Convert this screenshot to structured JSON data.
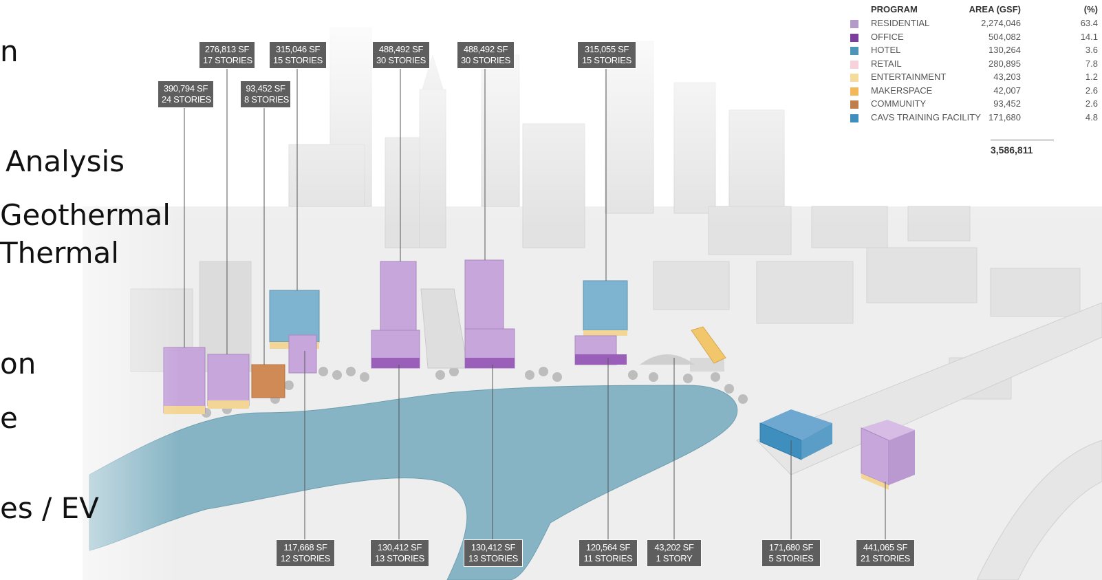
{
  "slide_text": [
    "n",
    "Analysis",
    "Geothermal",
    "Thermal",
    "on",
    "e",
    "es / EV"
  ],
  "labels_top": [
    {
      "area": "390,794 SF",
      "stories": "24 STORIES"
    },
    {
      "area": "276,813 SF",
      "stories": "17 STORIES"
    },
    {
      "area": "93,452 SF",
      "stories": "8 STORIES"
    },
    {
      "area": "315,046 SF",
      "stories": "15 STORIES"
    },
    {
      "area": "488,492 SF",
      "stories": "30 STORIES"
    },
    {
      "area": "488,492 SF",
      "stories": "30 STORIES"
    },
    {
      "area": "315,055 SF",
      "stories": "15 STORIES"
    }
  ],
  "labels_bottom": [
    {
      "area": "117,668 SF",
      "stories": "12 STORIES"
    },
    {
      "area": "130,412 SF",
      "stories": "13 STORIES"
    },
    {
      "area": "130,412 SF",
      "stories": "13 STORIES"
    },
    {
      "area": "120,564 SF",
      "stories": "11 STORIES"
    },
    {
      "area": "43,202 SF",
      "stories": "1 STORY"
    },
    {
      "area": "171,680 SF",
      "stories": "5 STORIES"
    },
    {
      "area": "441,065 SF",
      "stories": "21 STORIES"
    }
  ],
  "legend": {
    "header_program": "PROGRAM",
    "header_area": "AREA (GSF)",
    "header_pct": "(%)",
    "rows": [
      {
        "name": "RESIDENTIAL",
        "area": "2,274,046",
        "pct": "63.4",
        "color": "#b49ac8"
      },
      {
        "name": "OFFICE",
        "area": "504,082",
        "pct": "14.1",
        "color": "#7b3f9e"
      },
      {
        "name": "HOTEL",
        "area": "130,264",
        "pct": "3.6",
        "color": "#4f95b8"
      },
      {
        "name": "RETAIL",
        "area": "280,895",
        "pct": "7.8",
        "color": "#f6d2dc"
      },
      {
        "name": "ENTERTAINMENT",
        "area": "43,203",
        "pct": "1.2",
        "color": "#f6dc9c"
      },
      {
        "name": "MAKERSPACE",
        "area": "42,007",
        "pct": "2.6",
        "color": "#f2b85a"
      },
      {
        "name": "COMMUNITY",
        "area": "93,452",
        "pct": "2.6",
        "color": "#c07d4e"
      },
      {
        "name": "CAVS TRAINING FACILITY",
        "area": "171,680",
        "pct": "4.8",
        "color": "#3f8fbe"
      }
    ],
    "total": "3,586,811"
  },
  "colors": {
    "residential": "#c7a6dc",
    "hotel": "#7fb4d0",
    "retail_base": "#f3d596",
    "community": "#d08a55",
    "river": "#86b4c4",
    "label_bg": "#5e5e5e"
  }
}
